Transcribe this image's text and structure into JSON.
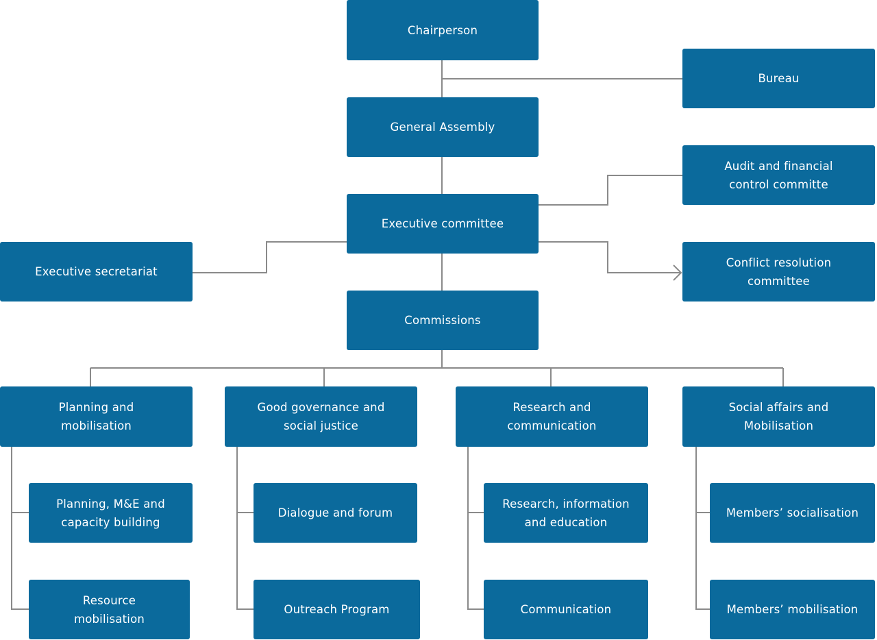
{
  "colors": {
    "box_fill": "#0b6a9c",
    "connector": "#8a8a8a",
    "text": "#ffffff"
  },
  "nodes": {
    "chairperson": "Chairperson",
    "bureau": "Bureau",
    "general_assembly": "General Assembly",
    "executive_committee": "Executive committee",
    "audit_committee": [
      "Audit and financial",
      "control committe"
    ],
    "executive_secretariat": "Executive secretariat",
    "conflict_resolution": [
      "Conflict resolution",
      "committee"
    ],
    "commissions": "Commissions",
    "planning_mobilisation": [
      "Planning and",
      "mobilisation"
    ],
    "good_governance": [
      "Good governance and",
      "social justice"
    ],
    "research_communication": [
      "Research and",
      "communication"
    ],
    "social_affairs": [
      "Social affairs and",
      "Mobilisation"
    ],
    "planning_me": [
      "Planning, M&E and",
      "capacity building"
    ],
    "resource_mobilisation": [
      "Resource",
      "mobilisation"
    ],
    "dialogue_forum": "Dialogue and forum",
    "outreach_program": "Outreach Program",
    "research_info": [
      "Research, information",
      "and education"
    ],
    "communication": "Communication",
    "members_socialisation": "Members’ socialisation",
    "members_mobilisation": "Members’ mobilisation"
  }
}
